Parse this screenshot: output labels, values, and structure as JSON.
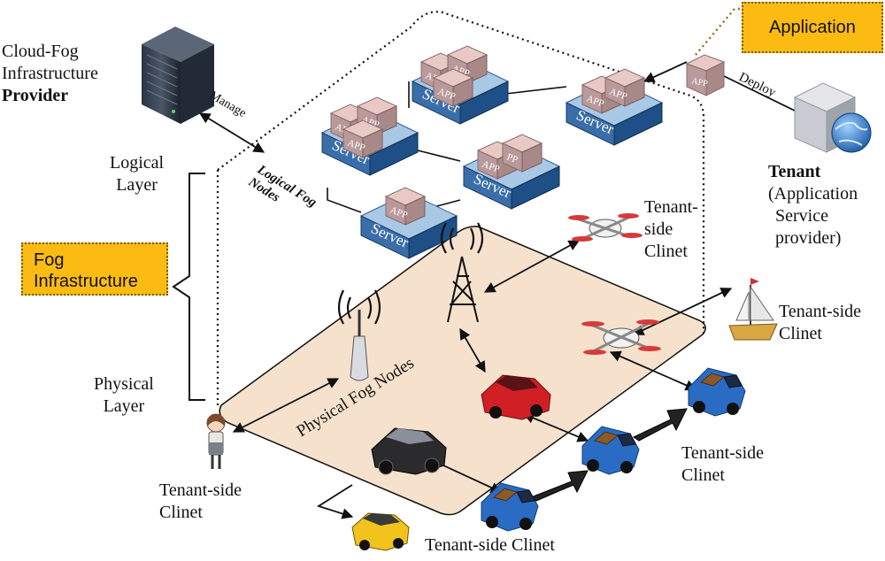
{
  "provider": {
    "line1": "Cloud-Fog",
    "line2": "Infrastructure",
    "line3": "Provider"
  },
  "manage_label": "Manage",
  "logical_layer": {
    "line1": "Logical",
    "line2": "Layer"
  },
  "physical_layer": {
    "line1": "Physical",
    "line2": "Layer"
  },
  "fog_infrastructure": {
    "line1": "Fog",
    "line2": "Infrastructure"
  },
  "application_tag": "Application",
  "deploy_label": "Deploy",
  "tenant": {
    "name": "Tenant",
    "line1": "(Application",
    "line2": "Service",
    "line3": "provider)"
  },
  "logical_fog_nodes": {
    "line1": "Logical Fog",
    "line2": "Nodes"
  },
  "physical_fog_nodes": "Physical Fog Nodes",
  "servers": [
    {
      "label": "Server",
      "apps": [
        "APP",
        "APP",
        "APP"
      ]
    },
    {
      "label": "Server",
      "apps": [
        "APP",
        "APP",
        "APP"
      ]
    },
    {
      "label": "Server",
      "apps": [
        "APP",
        "APP"
      ]
    },
    {
      "label": "Server",
      "apps": [
        "APP",
        "PP"
      ]
    },
    {
      "label": "Server",
      "apps": [
        "APP"
      ]
    }
  ],
  "deploy_app_label": "APP",
  "clients": {
    "drone": {
      "line1": "Tenant-",
      "line2": "side",
      "line3": "Clinet"
    },
    "boat": {
      "line1": "Tenant-side",
      "line2": "Clinet"
    },
    "trucks": {
      "line1": "Tenant-side",
      "line2": "Clinet"
    },
    "person": {
      "line1": "Tenant-side",
      "line2": "Clinet"
    },
    "taxi": "Tenant-side Clinet"
  },
  "colors": {
    "platform": "#f6e2cc",
    "server_top": "#a9c8e6",
    "server_side": "#1e4f86",
    "app_top": "#e9c9c6",
    "app_side": "#a88988",
    "tag": "#fbbb13",
    "truck": "#2a6cc3",
    "car_red": "#d11f26",
    "taxi": "#f2c21d"
  }
}
